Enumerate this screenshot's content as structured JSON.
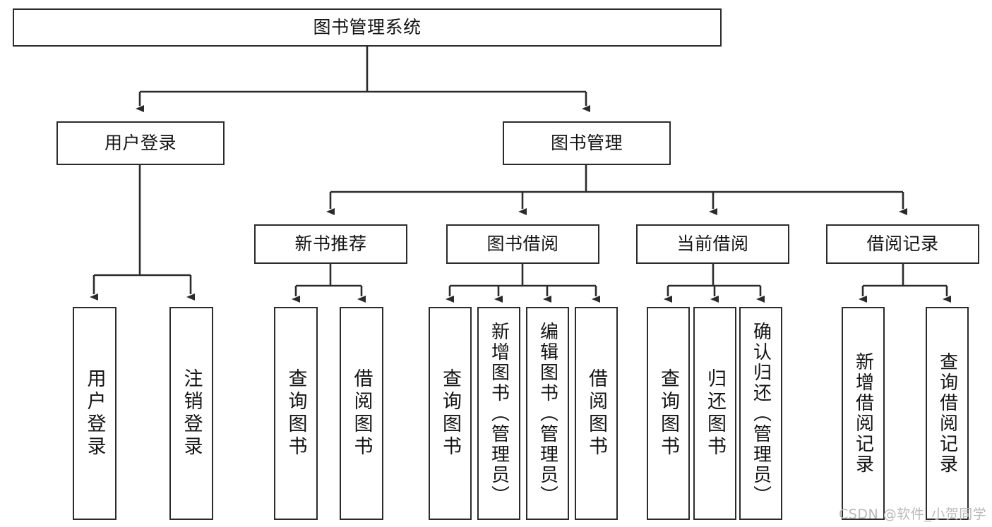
{
  "diagram": {
    "title": "图书管理系统",
    "type": "tree",
    "background_color": "#ffffff",
    "line_color": "#2b2b2b",
    "text_color": "#141414"
  },
  "nodes": {
    "root": {
      "label": "图书管理系统"
    },
    "level1": [
      {
        "id": "user-login",
        "label": "用户登录"
      },
      {
        "id": "book-manage",
        "label": "图书管理"
      }
    ],
    "level2": [
      {
        "id": "new-book-recommend",
        "label": "新书推荐"
      },
      {
        "id": "book-borrow",
        "label": "图书借阅"
      },
      {
        "id": "current-borrow",
        "label": "当前借阅"
      },
      {
        "id": "borrow-record",
        "label": "借阅记录"
      }
    ],
    "leaves": {
      "user_login": [
        {
          "id": "leaf-user-login",
          "label": "用户登录"
        },
        {
          "id": "leaf-logout-login",
          "label": "注销登录"
        }
      ],
      "new_book_recommend": [
        {
          "id": "leaf-query-book-1",
          "label": "查询图书"
        },
        {
          "id": "leaf-borrow-book-1",
          "label": "借阅图书"
        }
      ],
      "book_borrow": [
        {
          "id": "leaf-query-book-2",
          "label": "查询图书"
        },
        {
          "id": "leaf-add-book",
          "label": "新增图书（管理员）"
        },
        {
          "id": "leaf-edit-book",
          "label": "编辑图书（管理员）"
        },
        {
          "id": "leaf-borrow-book-2",
          "label": "借阅图书"
        }
      ],
      "current_borrow": [
        {
          "id": "leaf-query-book-3",
          "label": "查询图书"
        },
        {
          "id": "leaf-return-book",
          "label": "归还图书"
        },
        {
          "id": "leaf-confirm-return",
          "label": "确认归还（管理员）"
        }
      ],
      "borrow_record": [
        {
          "id": "leaf-add-record",
          "label": "新增借阅记录"
        },
        {
          "id": "leaf-query-record",
          "label": "查询借阅记录"
        }
      ]
    }
  },
  "watermark": {
    "text": "CSDN @软件_小贺同学"
  }
}
